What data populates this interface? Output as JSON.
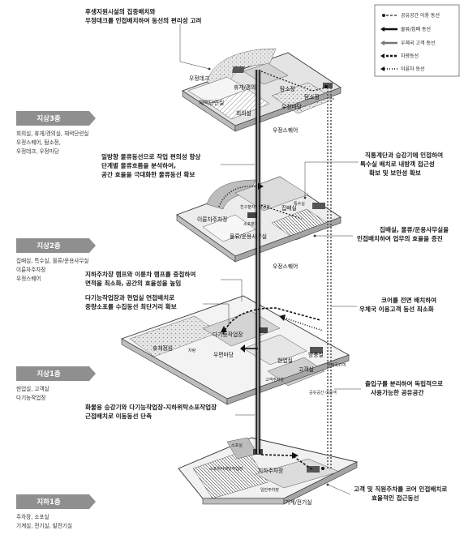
{
  "legend": [
    {
      "label": "공유공간 이용 동선",
      "style": "dash-circle"
    },
    {
      "label": "물류/집배 동선",
      "style": "solid-bold"
    },
    {
      "label": "우체국 고객 동선",
      "style": "solid-gray"
    },
    {
      "label": "차량동선",
      "style": "dash-bold"
    },
    {
      "label": "이륜차 동선",
      "style": "dotted"
    }
  ],
  "levels": [
    {
      "title": "지상3층",
      "desc": [
        "회의실, 휴게/갱의실, 체력단련실",
        "우정스퀘어, 탐소정,",
        "우정데크, 우정마당"
      ]
    },
    {
      "title": "지상2층",
      "desc": [
        "집배실, 특수실, 물류/운용사무실",
        "이륜자주차장",
        "우정스퀘어"
      ]
    },
    {
      "title": "지상1층",
      "desc": [
        "현업실, 고객실",
        "다기능작업장"
      ]
    },
    {
      "title": "지하1층",
      "desc": [
        "주차장, 소포실",
        "기계실, 전기실, 발전기실"
      ]
    }
  ],
  "annotations": [
    {
      "lines": [
        "후생지원시설의 집중배치와",
        "우정데크를 인접배치하여 동선의 편리성 고려"
      ]
    },
    {
      "lines": [
        "일방향 물류동선으로 작업 편의성 향상",
        "단계별 물류흐름을 분석하여,",
        "공간 효율을 극대화한 물류동선 확보"
      ]
    },
    {
      "lines": [
        "직통계단과 승강기에 인접하여",
        "특수실 배치로 내방객 접근성",
        "확보 및 보안성 확보"
      ]
    },
    {
      "lines": [
        "집배실, 물류/운용사무실을",
        "인접배치하여 업무의 효율을 증진"
      ]
    },
    {
      "lines": [
        "지하주차장 램프와 이륜차 램프를 중첩하여",
        "면적을 최소화, 공간의 효율성을 높임"
      ]
    },
    {
      "lines": [
        "다기능작업장과 현업실 연접배치로",
        "중량소포를 수집동선 최단거리 확보"
      ]
    },
    {
      "lines": [
        "코어를 전면 배치하여",
        "우체국 이용고객 동선 최소화"
      ]
    },
    {
      "lines": [
        "출입구를 분리하여 독립적으로",
        "사용가능한 공유공간"
      ]
    },
    {
      "lines": [
        "화물용 승강기와 다기능작업장-지하위탁소포작업장",
        "근접배치로 이동동선 단축"
      ]
    },
    {
      "lines": [
        "고객 및 직원주차를 코어 인접배치로",
        "효율적인 접근동선"
      ]
    }
  ],
  "rooms_l3": [
    "우정데크",
    "휴게/갱의",
    "체력단련실",
    "회의실",
    "탐소정",
    "탐소정",
    "우정마당",
    "우정스퀘어"
  ],
  "rooms_l2": [
    "이륜차주차장",
    "물류/운용사무실",
    "집배실",
    "특수실",
    "우정스퀘어",
    "친구분자주차공간",
    "소포분기"
  ],
  "rooms_l1": [
    "휴게정원",
    "다기능작업장",
    "우편마당",
    "현업실",
    "고객실",
    "방풍실",
    "고객주차장",
    "우체국고객",
    "공유공간 이용객",
    "차량"
  ],
  "rooms_b1": [
    "소포실",
    "소포위탁배달작업장",
    "지하주차장",
    "일반주차장",
    "기계/전기실"
  ]
}
